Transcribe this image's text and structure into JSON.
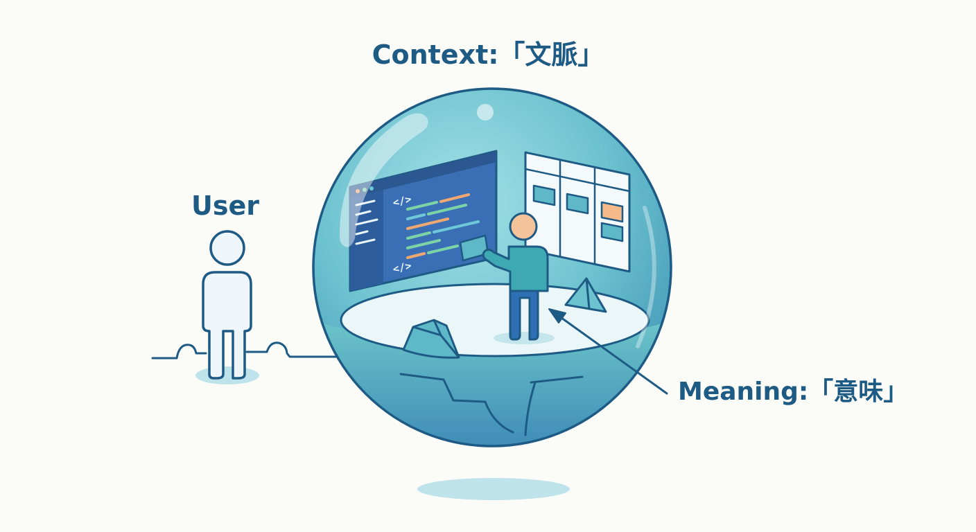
{
  "labels": {
    "context": "Context:「文脈」",
    "user": "User",
    "meaning": "Meaning:「意味」"
  },
  "code_lines": {
    "top_tag": "</>",
    "bottom_tag": "</>"
  },
  "colors": {
    "ink": "#1d5a84",
    "sphere_light": "#8ad3dd",
    "sphere_mid": "#5fb8c8",
    "sphere_dark": "#3d90b6",
    "code_panel": "#3a6fb6",
    "code_sidebar": "#2e5d9e",
    "code_green": "#7cd3a6",
    "code_orange": "#f0a870",
    "code_teal": "#6fc8d8",
    "person_skin": "#f5c39a",
    "person_shirt": "#3fa9b3",
    "person_pants": "#2f6fb3",
    "user_fill": "#eef5fb",
    "shadow": "#bfe3ea",
    "kanban_card": "#5fb8c8",
    "kanban_card_highlight": "#f5b98a"
  },
  "icons": {
    "user": "user-figure-icon",
    "person": "person-presenting-icon",
    "code_window": "code-window-icon",
    "kanban_board": "kanban-board-icon",
    "pyramid": "pyramid-icon",
    "rock": "rock-icon",
    "arrow": "pointer-arrow-icon"
  }
}
